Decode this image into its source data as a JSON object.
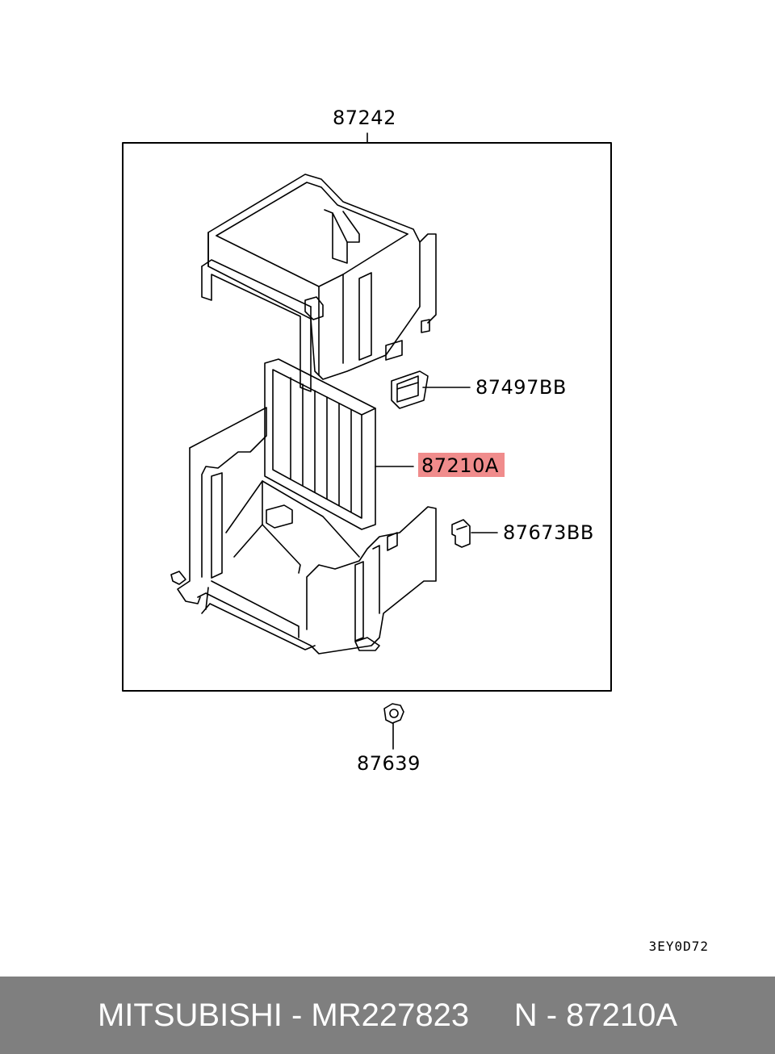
{
  "callouts": {
    "housing": "87242",
    "bracket": "87497BB",
    "filter": "87210A",
    "clip": "87673BB",
    "nut": "87639"
  },
  "diagram_code": "3EY0D72",
  "footer": {
    "brand": "MITSUBISHI",
    "part_number": "MR227823",
    "ref": "N - 87210A"
  },
  "colors": {
    "highlight": "#f08c8c",
    "footer_bg": "#7f7f7f",
    "footer_text": "#ffffff"
  }
}
